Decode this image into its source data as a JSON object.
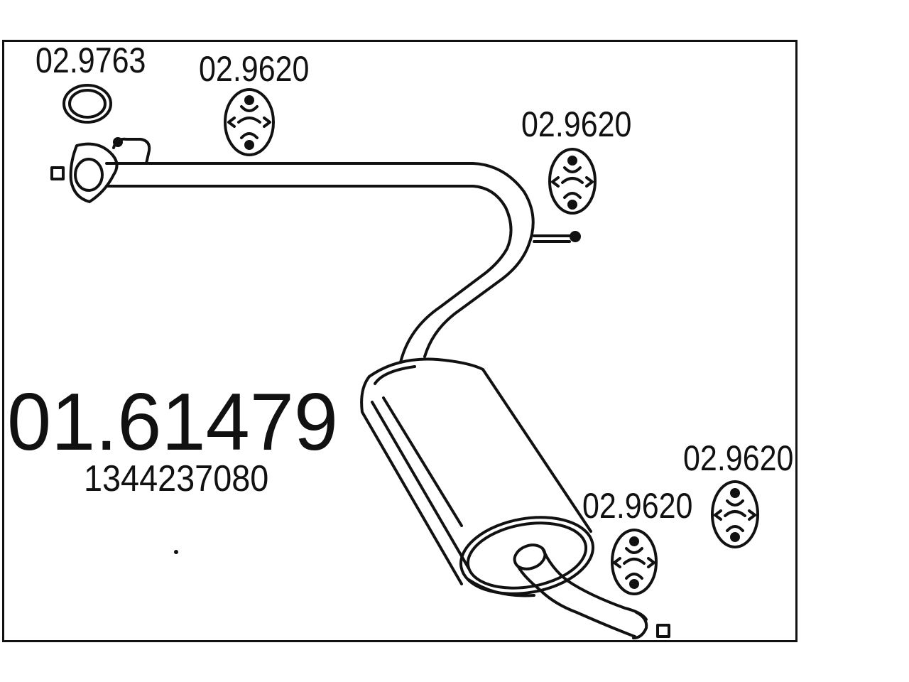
{
  "diagram": {
    "part_number": "01.61479",
    "oe_number": "1344237080",
    "labels": {
      "gasket": "02.9763",
      "hanger_front": "02.9620",
      "hanger_mid": "02.9620",
      "hanger_rear_left": "02.9620",
      "hanger_rear_right": "02.9620"
    }
  }
}
